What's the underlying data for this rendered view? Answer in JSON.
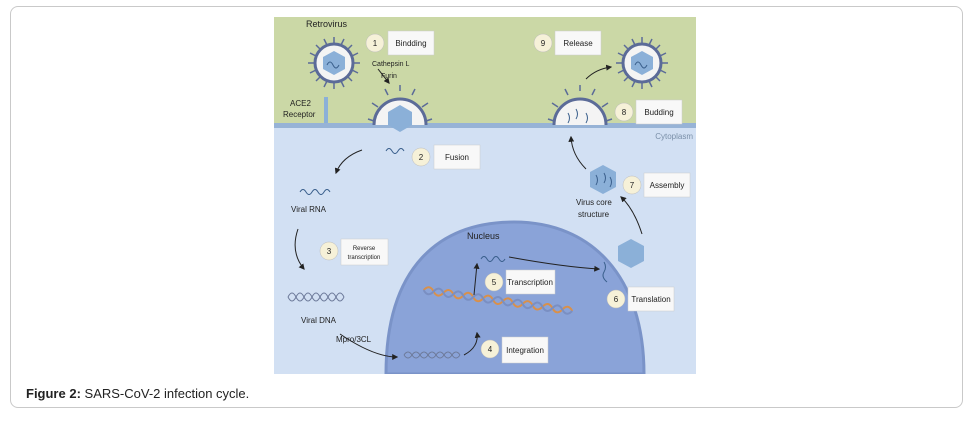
{
  "caption": {
    "label": "Figure 2:",
    "text": "SARS-CoV-2 infection cycle."
  },
  "colors": {
    "extracellular": "#cbd8a6",
    "cytoplasm": "#d2e0f3",
    "membrane": "#97b3d6",
    "nucleus": "#8aa3d8",
    "virus_core": "#8bb0d8",
    "spike": "#5b6b98",
    "rna": "#3a5f8c",
    "dna_orange": "#d9904a",
    "dna_blue": "#7a8fc2"
  },
  "labels": {
    "retrovirus": "Retrovirus",
    "ace2": "ACE2",
    "receptor": "Receptor",
    "cathepsin": "Cathepsin L",
    "furin": "Furin",
    "cytoplasm": "Cytoplasm",
    "viral_rna": "Viral RNA",
    "viral_dna": "Viral DNA",
    "mpro": "Mpro/3CL",
    "nucleus": "Nucleus",
    "virus_core_1": "Virus core",
    "virus_core_2": "structure"
  },
  "steps": [
    {
      "num": "1",
      "label": "Bindding"
    },
    {
      "num": "2",
      "label": "Fusion"
    },
    {
      "num": "3",
      "label_line1": "Reverse",
      "label_line2": "transcription"
    },
    {
      "num": "4",
      "label": "Integration"
    },
    {
      "num": "5",
      "label": "Transcription"
    },
    {
      "num": "6",
      "label": "Translation"
    },
    {
      "num": "7",
      "label": "Assembly"
    },
    {
      "num": "8",
      "label": "Budding"
    },
    {
      "num": "9",
      "label": "Release"
    }
  ]
}
